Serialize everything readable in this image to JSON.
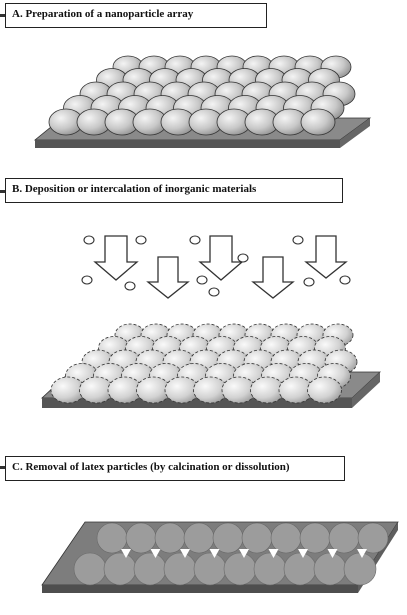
{
  "panels": {
    "a": {
      "label": "A. Preparation of a nanoparticle array"
    },
    "b": {
      "label": "B. Deposition or intercalation of inorganic materials"
    },
    "c": {
      "label": "C. Removal of latex particles (by calcination or dissolution)"
    }
  },
  "colors": {
    "substrate_top": "#8a8a8a",
    "substrate_side": "#5a5a5a",
    "sphere_light": "#e6e6e6",
    "sphere_dark": "#9a9a9a",
    "outline": "#333333"
  }
}
